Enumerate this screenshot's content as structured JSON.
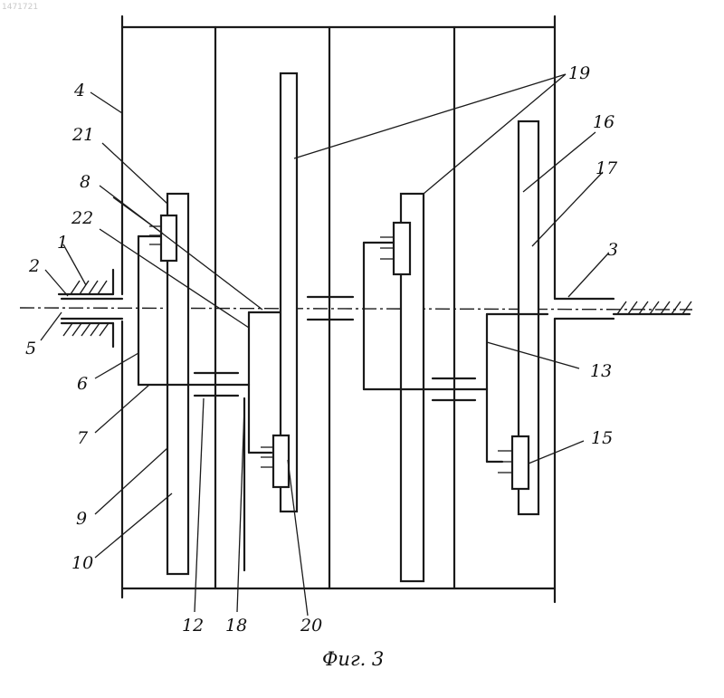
{
  "header_mark": "1471721",
  "caption": "Фиг. 3",
  "labels": {
    "l1": "1",
    "l2": "2",
    "l3": "3",
    "l4": "4",
    "l5": "5",
    "l6": "6",
    "l7": "7",
    "l8": "8",
    "l9": "9",
    "l10": "10",
    "l12": "12",
    "l13": "13",
    "l15": "15",
    "l16": "16",
    "l17": "17",
    "l18": "18",
    "l19": "19",
    "l20": "20",
    "l21": "21",
    "l22": "22"
  }
}
